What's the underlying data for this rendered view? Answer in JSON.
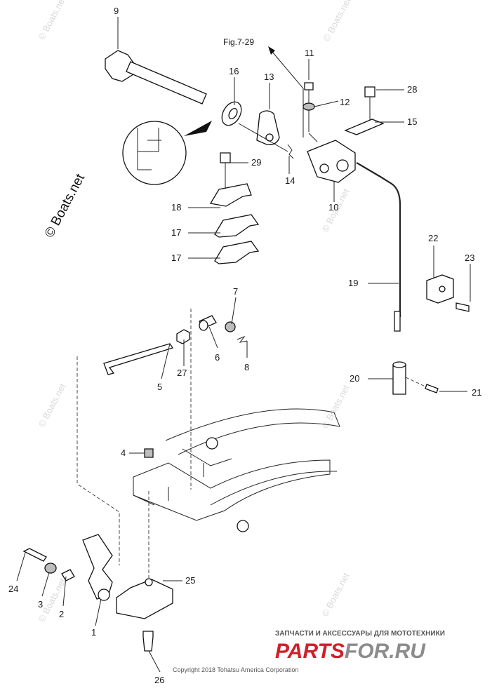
{
  "diagram": {
    "labels": [
      {
        "id": "9",
        "text": "9"
      },
      {
        "id": "16",
        "text": "16"
      },
      {
        "id": "13",
        "text": "13"
      },
      {
        "id": "11",
        "text": "11"
      },
      {
        "id": "12",
        "text": "12"
      },
      {
        "id": "28",
        "text": "28"
      },
      {
        "id": "15",
        "text": "15"
      },
      {
        "id": "29",
        "text": "29"
      },
      {
        "id": "14",
        "text": "14"
      },
      {
        "id": "10",
        "text": "10"
      },
      {
        "id": "18",
        "text": "18"
      },
      {
        "id": "17a",
        "text": "17"
      },
      {
        "id": "17b",
        "text": "17"
      },
      {
        "id": "22",
        "text": "22"
      },
      {
        "id": "23",
        "text": "23"
      },
      {
        "id": "19",
        "text": "19"
      },
      {
        "id": "7",
        "text": "7"
      },
      {
        "id": "6",
        "text": "6"
      },
      {
        "id": "8",
        "text": "8"
      },
      {
        "id": "27",
        "text": "27"
      },
      {
        "id": "5",
        "text": "5"
      },
      {
        "id": "20",
        "text": "20"
      },
      {
        "id": "21",
        "text": "21"
      },
      {
        "id": "4",
        "text": "4"
      },
      {
        "id": "25",
        "text": "25"
      },
      {
        "id": "24",
        "text": "24"
      },
      {
        "id": "3",
        "text": "3"
      },
      {
        "id": "2",
        "text": "2"
      },
      {
        "id": "1",
        "text": "1"
      },
      {
        "id": "26",
        "text": "26"
      }
    ],
    "reference": "Fig.7-29",
    "watermark_main": "© Boats.net",
    "watermark_small": "© Boats.net",
    "copyright": "Copyright 2018 Tohatsu America Corporation",
    "brand_tagline": "ЗАПЧАСТИ И АКСЕССУАРЫ ДЛЯ МОТОТЕХНИКИ",
    "brand_name_part1": "PARTS",
    "brand_name_part2": "FOR.RU",
    "colors": {
      "brand_red": "#d0202a",
      "brand_gray": "#8c8c8c",
      "line": "#111111"
    }
  }
}
